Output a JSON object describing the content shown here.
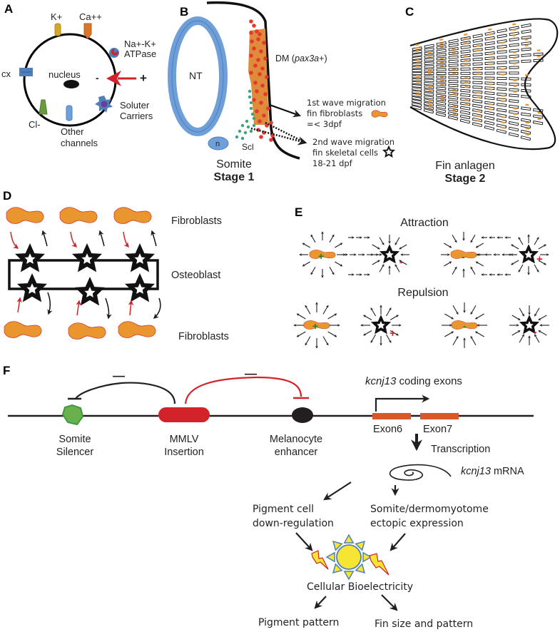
{
  "panels": {
    "A": {
      "label": "A",
      "channels": {
        "k": "K+",
        "ca": "Ca++",
        "naka_line1": "Na+-K+",
        "naka_line2": "ATPase",
        "cx": "cx",
        "nucleus": "nucleus",
        "minus": "-",
        "plus": "+",
        "solute_line1": "Soluter",
        "solute_line2": "Carriers",
        "cl": "Cl-",
        "other_line1": "Other",
        "other_line2": "channels"
      },
      "colors": {
        "k": "#d4a52a",
        "ca": "#d9762b",
        "cx": "#4f7fb8",
        "cl": "#6a9b3c",
        "other": "#6f9fd8",
        "arrow": "#d2232a",
        "solute": "#6a3d9a"
      }
    },
    "B": {
      "label": "B",
      "nt": "NT",
      "n": "n",
      "scl": "Scl",
      "dm_prefix": "DM (",
      "dm_gene": "pax3a",
      "dm_suffix": "+)",
      "wave1_line1": "1st wave migration",
      "wave1_line2": "fin fibroblasts",
      "wave1_line3": "=< 3dpf",
      "wave2_line1": "2nd wave migration",
      "wave2_line2": "fin skeletal cells",
      "wave2_line3": "18-21 dpf",
      "caption_line1": "Somite",
      "caption_line2": "Stage 1",
      "colors": {
        "nt": "#6f9fd8",
        "dm": "#e08b3a",
        "dots_red": "#e2382f",
        "dots_green": "#3aa57a"
      }
    },
    "C": {
      "label": "C",
      "caption_line1": "Fin anlagen",
      "caption_line2": "Stage 2"
    },
    "D": {
      "label": "D",
      "fibroblasts_top": "Fibroblasts",
      "osteoblast": "Osteoblast",
      "fibroblasts_bottom": "Fibroblasts",
      "colors": {
        "fibroblast": "#e9962f",
        "red_arrow": "#d2232a"
      }
    },
    "E": {
      "label": "E",
      "attraction": "Attraction",
      "repulsion": "Repulsion",
      "plus": "+",
      "minus": "-",
      "colors": {
        "plus_green": "#2f7a2f",
        "red": "#d2232a"
      }
    },
    "F": {
      "label": "F",
      "minus_bar": "—",
      "somite_line1": "Somite",
      "somite_line2": "Silencer",
      "mmlv_line1": "MMLV",
      "mmlv_line2": "Insertion",
      "melano_line1": "Melanocyte",
      "melano_line2": "enhancer",
      "kcnj13_gene": "kcnj13",
      "coding_exons": " coding exons",
      "exon6": "Exon6",
      "exon7": "Exon7",
      "transcription": "Transcription",
      "mrna_gene": "kcnj13",
      "mrna_suffix": " mRNA",
      "pigment_line1": "Pigment cell",
      "pigment_line2": "down-regulation",
      "somite_expr_line1": "Somite/dermomyotome",
      "somite_expr_line2": "ectopic expression",
      "bioelectricity": "Cellular Bioelectricity",
      "pigment_pattern": "Pigment pattern",
      "fin_size": "Fin size and pattern",
      "colors": {
        "silencer": "#6ab04c",
        "mmlv": "#d2232a",
        "exon": "#d9582b",
        "sun": "#f5e633",
        "sun_stroke": "#4f7fb8"
      }
    }
  }
}
